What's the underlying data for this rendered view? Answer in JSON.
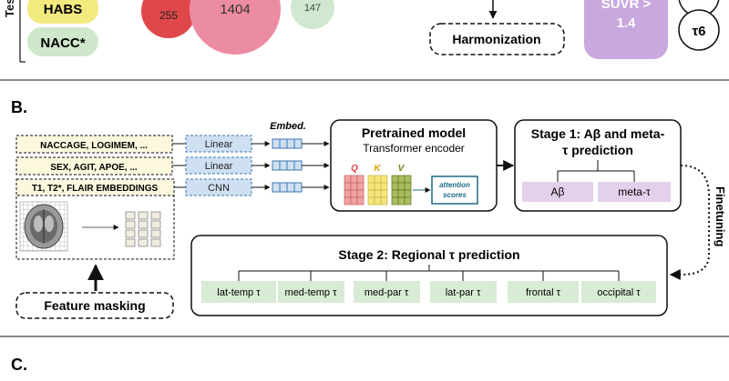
{
  "panel_a": {
    "side_label": "Test",
    "datasets": [
      "HABS",
      "NACC*"
    ],
    "counts": [
      "255",
      "1404",
      "147"
    ],
    "harmonization": "Harmonization",
    "suvr": [
      "SUVR >",
      "1.4"
    ],
    "tau6": "τ6"
  },
  "panel_b": {
    "letter": "B.",
    "inputs": [
      "NACCAGE, LOGIMEM, ...",
      "SEX, AGIT, APOE, ...",
      "T1, T2*, FLAIR EMBEDDINGS"
    ],
    "encoders": [
      "Linear",
      "Linear",
      "CNN"
    ],
    "embed_label": "Embed.",
    "feature_masking": "Feature masking",
    "pretrained": {
      "title": "Pretrained model",
      "subtitle": "Transformer encoder",
      "q": "Q",
      "k": "K",
      "v": "V",
      "attention": [
        "attention",
        "scores"
      ]
    },
    "stage1": {
      "title_line1": "Stage 1: Aβ and meta-",
      "title_line2": "τ prediction",
      "outputs": [
        "Aβ",
        "meta-τ"
      ]
    },
    "finetuning": "Finetuning",
    "stage2": {
      "title": "Stage 2: Regional τ prediction",
      "outputs": [
        "lat-temp τ",
        "med-temp τ",
        "med-par τ",
        "lat-par τ",
        "frontal τ",
        "occipital τ"
      ]
    }
  },
  "panel_c": {
    "letter": "C."
  },
  "colors": {
    "habs": "#f3ea7f",
    "nacc": "#cfe7cb",
    "red_circle": "#e0474b",
    "pink_circle": "#ec8ca3",
    "green_circle": "#cfe8cf",
    "suvr": "#c9a8df",
    "encoder_fill": "#cfe0f2",
    "encoder_border": "#3b77b3",
    "input_fill": "#fbf8dd",
    "stage1_out": "#e3d0ea",
    "stage2_out": "#d8ebd4",
    "q": "#f1a3a3",
    "k": "#f4e67f",
    "v": "#a9be62",
    "attention": "#1f6a87"
  }
}
